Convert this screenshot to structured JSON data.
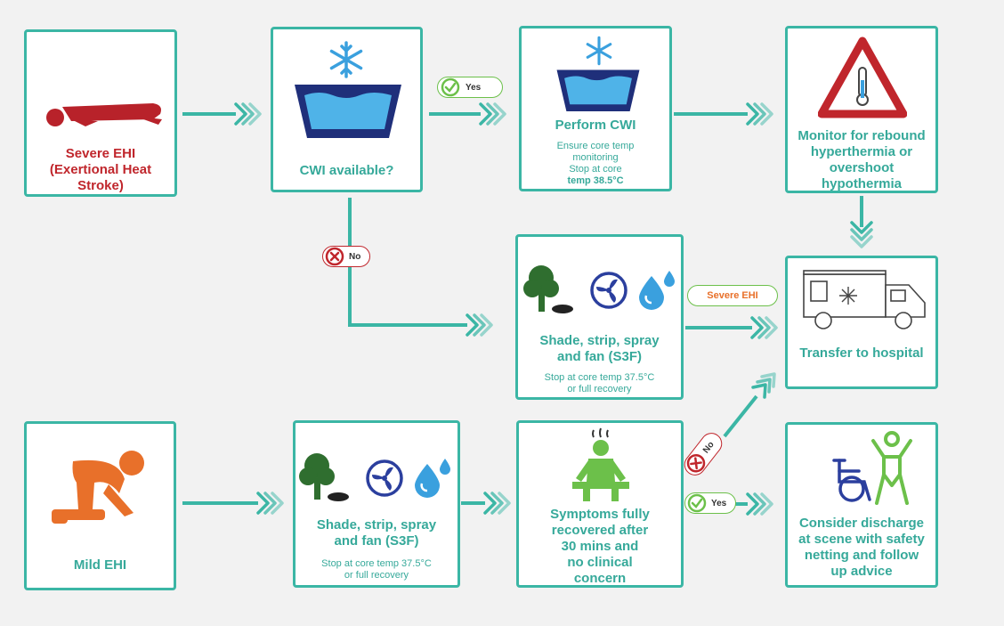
{
  "nodes": {
    "severe_ehi": {
      "line1": "Severe EHI",
      "line2": "(Exertional Heat",
      "line3": "Stroke)"
    },
    "cwi_available": {
      "label": "CWI available?"
    },
    "perform_cwi": {
      "title": "Perform CWI",
      "line1": "Ensure core temp",
      "line2": "monitoring",
      "line3": "Stop at core",
      "line4": "temp 38.5°C"
    },
    "monitor": {
      "line1": "Monitor for rebound",
      "line2": "hyperthermia or",
      "line3": "overshoot",
      "line4": "hypothermia"
    },
    "s3f_top": {
      "line1": "Shade, strip, spray",
      "line2": "and fan (S3F)",
      "note1": "Stop at core temp 37.5°C",
      "note2": "or full recovery"
    },
    "transfer": {
      "label": "Transfer to hospital"
    },
    "mild_ehi": {
      "label": "Mild EHI"
    },
    "s3f_bottom": {
      "line1": "Shade, strip, spray",
      "line2": "and fan (S3F)",
      "note1": "Stop at core temp 37.5°C",
      "note2": "or full recovery"
    },
    "symptoms": {
      "line1": "Symptoms fully",
      "line2": "recovered after",
      "line3": "30 mins and",
      "line4": "no clinical",
      "line5": "concern"
    },
    "discharge": {
      "line1": "Consider discharge",
      "line2": "at scene with safety",
      "line3": "netting and follow",
      "line4": "up advice"
    }
  },
  "edges": {
    "yes_top": "Yes",
    "no_left": "No",
    "severe_ehi_edge": "Severe EHI",
    "no_bottom": "No",
    "yes_bottom": "Yes"
  },
  "colors": {
    "teal": "#3bb6a5",
    "red": "#c0262c",
    "orange": "#e8702a",
    "navy": "#1f3a8a",
    "water": "#3aa0de",
    "tree": "#2f6e2f",
    "green_person": "#6cc04a"
  },
  "icons": [
    "person-lying-icon",
    "snowflake-icon",
    "bath-icon",
    "warning-thermometer-icon",
    "tree-icon",
    "fan-icon",
    "water-drops-icon",
    "ambulance-icon",
    "person-crouching-icon",
    "person-sitting-icon",
    "wheelchair-icon",
    "person-standing-icon"
  ]
}
